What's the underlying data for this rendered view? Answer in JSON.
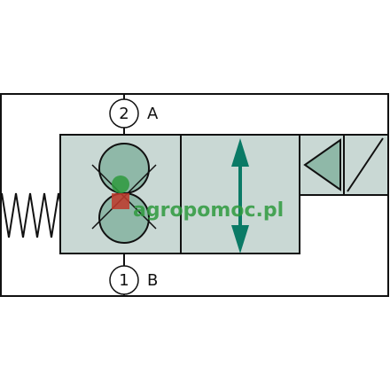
{
  "diagram": {
    "title": "",
    "colors": {
      "body": "#c9d8d4",
      "stroke": "#111111",
      "arrow": "#0a7a66",
      "ball": "#8fb8a8"
    },
    "ports": [
      {
        "number": "2",
        "letter": "A"
      },
      {
        "number": "1",
        "letter": "B"
      }
    ]
  },
  "watermark": {
    "text": "agropomoc.pl",
    "colors": {
      "main": "#2e9a3e",
      "suffix": "#c0392b"
    }
  }
}
